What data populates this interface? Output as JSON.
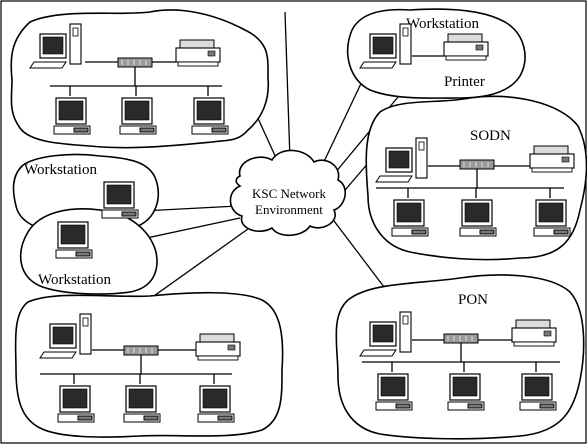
{
  "labels": {
    "cloud": [
      "KSC Network",
      "Environment"
    ],
    "top_right_workstation": "Workstation",
    "printer": "Printer",
    "sodn": "SODN",
    "pon": "PON",
    "left_workstation_1": "Workstation",
    "left_workstation_2": "Workstation"
  },
  "icons": {
    "workstation": "workstation-icon",
    "terminal": "terminal-icon",
    "hub": "hub-icon",
    "printer": "printer-icon"
  }
}
